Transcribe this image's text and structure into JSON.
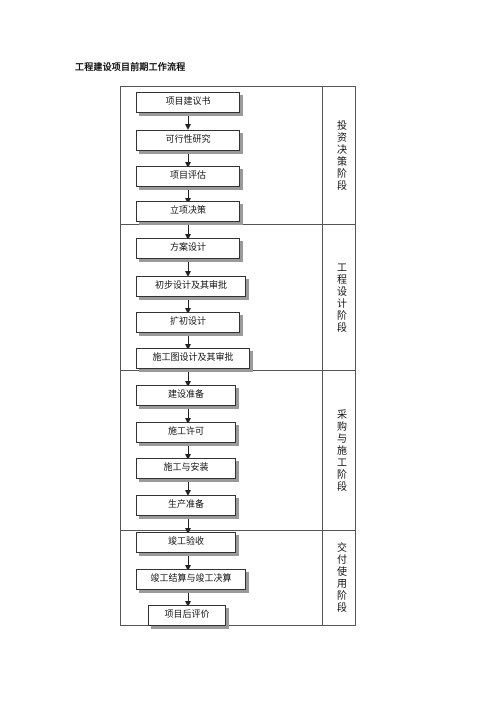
{
  "title": "工程建设项目前期工作流程",
  "stages": [
    {
      "label": "投资决策阶段",
      "steps": [
        "项目建议书",
        "可行性研究",
        "项目评估",
        "立项决策"
      ]
    },
    {
      "label": "工程设计阶段",
      "steps": [
        "方案设计",
        "初步设计及其审批",
        "扩初设计",
        "施工图设计及其审批"
      ]
    },
    {
      "label": "采购与施工阶段",
      "steps": [
        "建设准备",
        "施工许可",
        "施工与安装",
        "生产准备"
      ]
    },
    {
      "label": "交付使用阶段",
      "steps": [
        "竣工验收",
        "竣工结算与竣工决算",
        "项目后评价"
      ]
    }
  ]
}
